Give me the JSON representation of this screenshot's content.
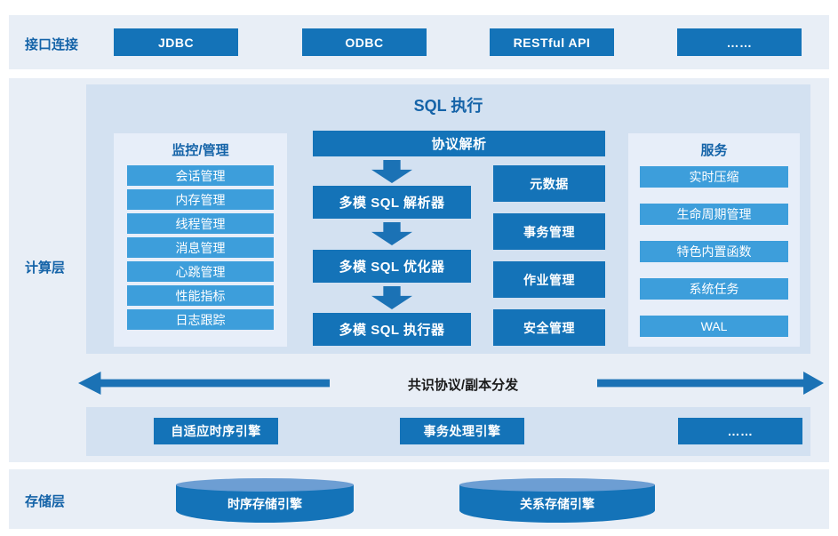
{
  "colors": {
    "band_bg": "#e8eef6",
    "panel_bg": "#d3e1f1",
    "subpanel_bg": "#e7eef9",
    "dark_blue": "#1473b8",
    "light_blue": "#3d9edb",
    "heading_text": "#1463a8",
    "arrow_text": "#1a1a1a"
  },
  "interface_layer": {
    "label": "接口连接",
    "connectors": [
      "JDBC",
      "ODBC",
      "RESTful API",
      "……"
    ]
  },
  "compute_layer": {
    "label": "计算层",
    "sql_execution": {
      "title": "SQL 执行",
      "monitoring": {
        "title": "监控/管理",
        "items": [
          "会话管理",
          "内存管理",
          "线程管理",
          "消息管理",
          "心跳管理",
          "性能指标",
          "日志跟踪"
        ]
      },
      "pipeline": {
        "top": "协议解析",
        "stages": [
          "多模 SQL 解析器",
          "多模 SQL 优化器",
          "多模 SQL 执行器"
        ]
      },
      "management": [
        "元数据",
        "事务管理",
        "作业管理",
        "安全管理"
      ],
      "services": {
        "title": "服务",
        "items": [
          "实时压缩",
          "生命周期管理",
          "特色内置函数",
          "系统任务",
          "WAL"
        ]
      }
    },
    "consensus_label": "共识协议/副本分发",
    "engines": [
      "自适应时序引擎",
      "事务处理引擎",
      "……"
    ]
  },
  "storage_layer": {
    "label": "存储层",
    "engines": [
      "时序存储引擎",
      "关系存储引擎"
    ]
  }
}
